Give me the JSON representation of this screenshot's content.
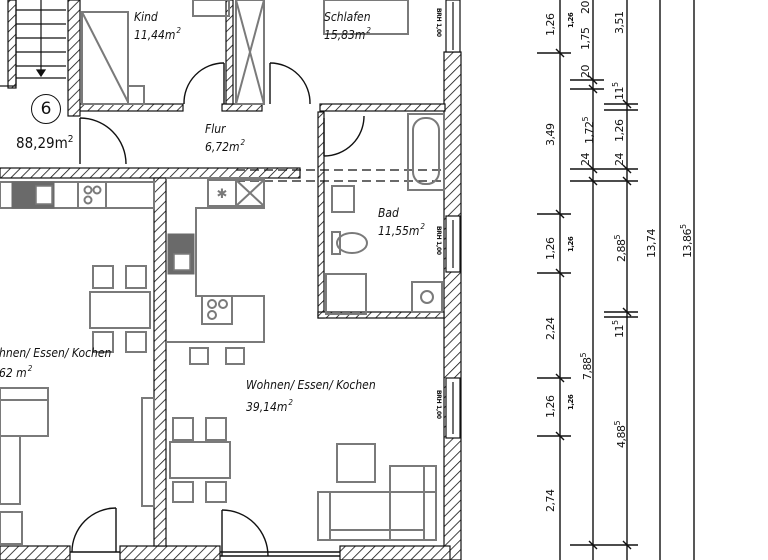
{
  "apartment": {
    "number": "6",
    "area": "88,29m",
    "area_unit_exp": "2"
  },
  "rooms": [
    {
      "name": "Kind",
      "area": "11,44m",
      "exp": "2"
    },
    {
      "name": "Schlafen",
      "area": "15,83m",
      "exp": "2"
    },
    {
      "name": "Flur",
      "area": "6,72m",
      "exp": "2"
    },
    {
      "name": "Bad",
      "area": "11,55m",
      "exp": "2"
    },
    {
      "name": "Wohnen/ Essen/ Kochen",
      "area": "39,14m",
      "exp": "2"
    },
    {
      "name": "hnen/ Essen/ Kochen",
      "area": "62 m",
      "exp": "2"
    }
  ],
  "windows": [
    {
      "label": "BRH 1,00"
    },
    {
      "label": "BRH 1,00"
    },
    {
      "label": "BRH 1,00"
    }
  ],
  "dimensions": {
    "chain1": [
      {
        "value": "1,26",
        "sub": "1,26"
      },
      {
        "value": "3,49",
        "sub": ""
      },
      {
        "value": "1,26",
        "sub": "1,26"
      },
      {
        "value": "2,24",
        "sub": ""
      },
      {
        "value": "1,26",
        "sub": "1,26"
      },
      {
        "value": "2,74",
        "sub": ""
      }
    ],
    "chain2": [
      {
        "value": "20",
        "sup": ""
      },
      {
        "value": "1,75",
        "sup": ""
      },
      {
        "value": "20",
        "sup": ""
      },
      {
        "value": "1,72",
        "sup": "5"
      },
      {
        "value": "24",
        "sup": ""
      },
      {
        "value": "7,88",
        "sup": "5"
      }
    ],
    "chain3": [
      {
        "value": "3,51",
        "sup": ""
      },
      {
        "value": "11",
        "sup": "5"
      },
      {
        "value": "24",
        "sup": ""
      },
      {
        "value": "1,26",
        "sup": ""
      },
      {
        "value": "2,88",
        "sup": "5"
      },
      {
        "value": "11",
        "sup": "5"
      },
      {
        "value": "4,88",
        "sup": "5"
      }
    ],
    "total_inner": {
      "value": "13,74",
      "sup": ""
    },
    "total_outer": {
      "value": "13,86",
      "sup": "5"
    }
  },
  "colors": {
    "wall": "#111111",
    "furniture": "#7a7a7a",
    "dark_fill": "#6a6a6a",
    "background": "#ffffff"
  }
}
